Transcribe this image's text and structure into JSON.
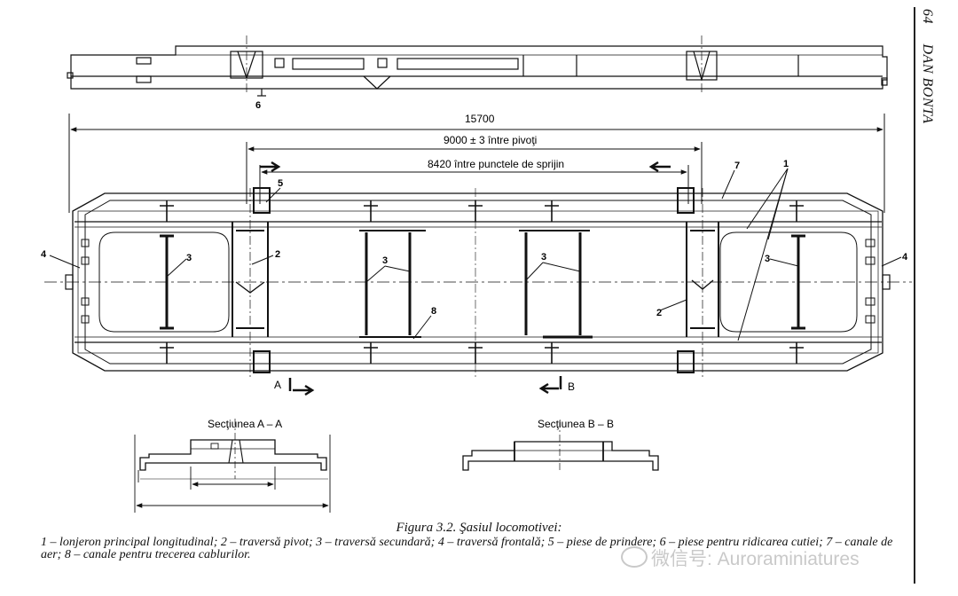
{
  "running_head": {
    "page_number": "64",
    "author": "DAN BONTA"
  },
  "dimensions": {
    "overall_length": "15700",
    "pivot_distance": "9000 ± 3 între pivoţi",
    "support_distance": "8420 între punctele de sprijin"
  },
  "callouts": [
    "1",
    "2",
    "3",
    "4",
    "5",
    "6",
    "7",
    "8"
  ],
  "section_markers": {
    "a": "A",
    "b": "B"
  },
  "sections": {
    "a_title": "Secţiunea A – A",
    "b_title": "Secţiunea B – B"
  },
  "caption": {
    "title": "Figura 3.2. Şasiul locomotivei:",
    "body": "1 – lonjeron principal longitudinal; 2 – traversă pivot; 3 – traversă secundară; 4 – traversă frontală; 5 – piese de prindere; 6 – piese pentru ridicarea cutiei; 7 – canale de aer; 8 – canale pentru trecerea cablurilor."
  },
  "watermark": {
    "text": "微信号: Auroraminiatures",
    "icon": "wechat-icon"
  },
  "colors": {
    "ink": "#111111",
    "watermark": "#c9c9c9",
    "background": "#ffffff"
  }
}
